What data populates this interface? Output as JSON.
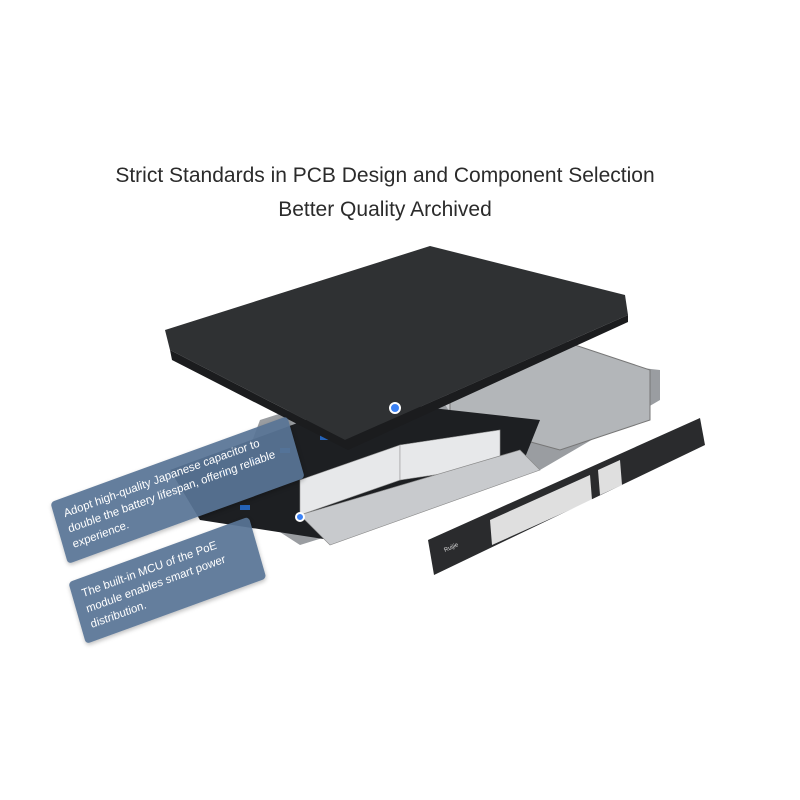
{
  "heading": {
    "line1": "Strict Standards in PCB Design and Component Selection",
    "line2": "Better Quality Archived"
  },
  "callouts": [
    {
      "text": "Adopt high-quality Japanese capacitor to double the battery lifespan, offering reliable experience."
    },
    {
      "text": "The built-in MCU of the PoE module enables smart power distribution."
    }
  ],
  "product": {
    "logo": "Ruijie"
  },
  "colors": {
    "callout_bg": "#587496",
    "chassis": "#2f3133",
    "marker": "#3b82f6"
  }
}
